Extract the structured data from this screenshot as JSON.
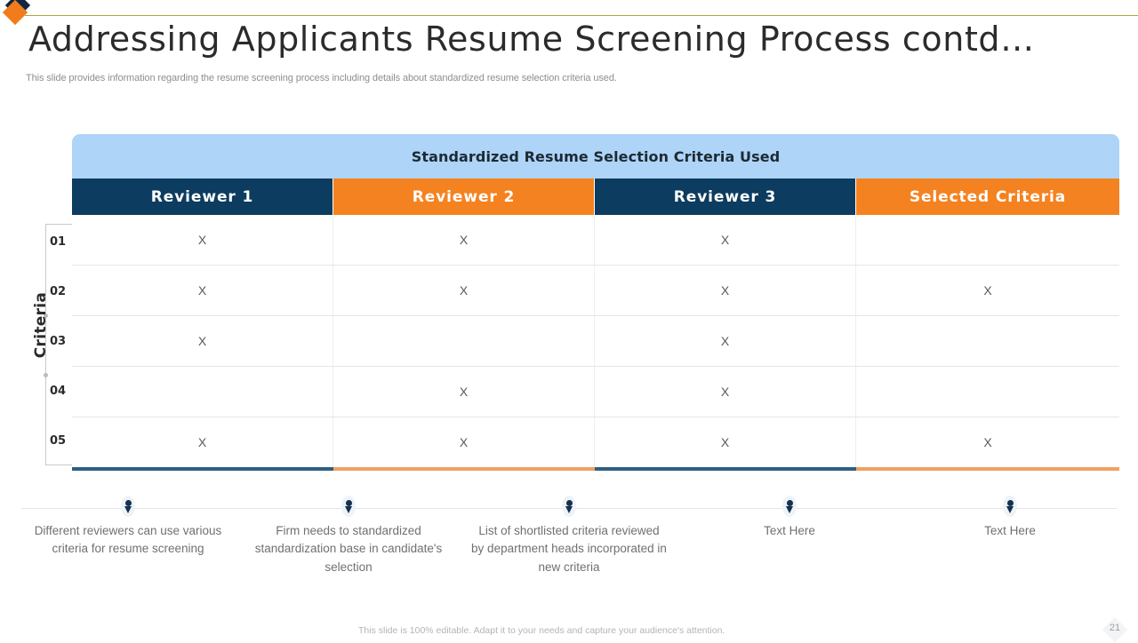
{
  "header": {
    "title": "Addressing Applicants Resume Screening Process contd…",
    "subtitle": "This slide provides information regarding the resume screening process including details about standardized resume selection criteria used.",
    "logo_icon": "diamond-logo-icon"
  },
  "table": {
    "banner_title": "Standardized Resume Selection Criteria Used",
    "axis_label": "Criteria",
    "columns": [
      {
        "label": "Reviewer 1",
        "color": "#0c3c5f",
        "accent": "#2e5f82"
      },
      {
        "label": "Reviewer 2",
        "color": "#f58220",
        "accent": "#f0a060"
      },
      {
        "label": "Reviewer 3",
        "color": "#0c3c5f",
        "accent": "#2e5f82"
      },
      {
        "label": "Selected Criteria",
        "color": "#f58220",
        "accent": "#f0a060"
      }
    ],
    "rows": [
      {
        "number": "01",
        "cells": [
          "X",
          "X",
          "X",
          ""
        ]
      },
      {
        "number": "02",
        "cells": [
          "X",
          "X",
          "X",
          "X"
        ]
      },
      {
        "number": "03",
        "cells": [
          "X",
          "",
          "X",
          ""
        ]
      },
      {
        "number": "04",
        "cells": [
          "",
          "X",
          "X",
          ""
        ]
      },
      {
        "number": "05",
        "cells": [
          "X",
          "X",
          "X",
          "X"
        ]
      }
    ]
  },
  "callouts": [
    {
      "text": "Different reviewers can use various criteria for resume screening",
      "icon": "map-pin-icon"
    },
    {
      "text": "Firm needs to standardized standardization base in candidate's selection",
      "icon": "map-pin-icon"
    },
    {
      "text": "List of shortlisted criteria reviewed by department heads incorporated in new criteria",
      "icon": "map-pin-icon"
    },
    {
      "text": "Text Here",
      "icon": "map-pin-icon"
    },
    {
      "text": "Text Here",
      "icon": "map-pin-icon"
    }
  ],
  "footer": {
    "note": "This slide is 100% editable. Adapt it to your needs and capture your audience's attention.",
    "page_number": "21"
  },
  "colors": {
    "navy": "#0c3c5f",
    "orange": "#f58220",
    "banner_blue": "#aed4f7",
    "top_rule": "#b2a43a"
  }
}
